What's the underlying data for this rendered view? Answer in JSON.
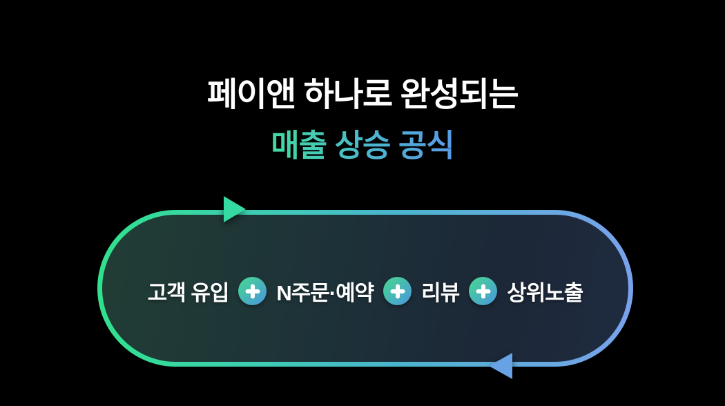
{
  "page": {
    "background_color": "#000000"
  },
  "header": {
    "title": "페이앤 하나로 완성되는",
    "subtitle": "매출 상승 공식",
    "subtitle_gradient": [
      "#3ce68e",
      "#45cfae",
      "#4db4d2",
      "#5f8df0"
    ]
  },
  "loop": {
    "items": [
      {
        "label": "고객 유입"
      },
      {
        "label": "N주문·예약"
      },
      {
        "label": "리뷰"
      },
      {
        "label": "상위노출"
      }
    ],
    "separator_icon": "plus-icon",
    "colors": {
      "border_gradient_start": "#30e18c",
      "border_gradient_mid": "#49b5cd",
      "border_gradient_end": "#7aa2ec",
      "fill_gradient_start": "#213d35",
      "fill_gradient_end": "#1f2b40",
      "plus_badge_start": "#47d494",
      "plus_badge_end": "#4a9ad8",
      "arrow_top": "#35d9a2",
      "arrow_bottom": "#66a2e4",
      "label_text": "#ffffff"
    }
  }
}
